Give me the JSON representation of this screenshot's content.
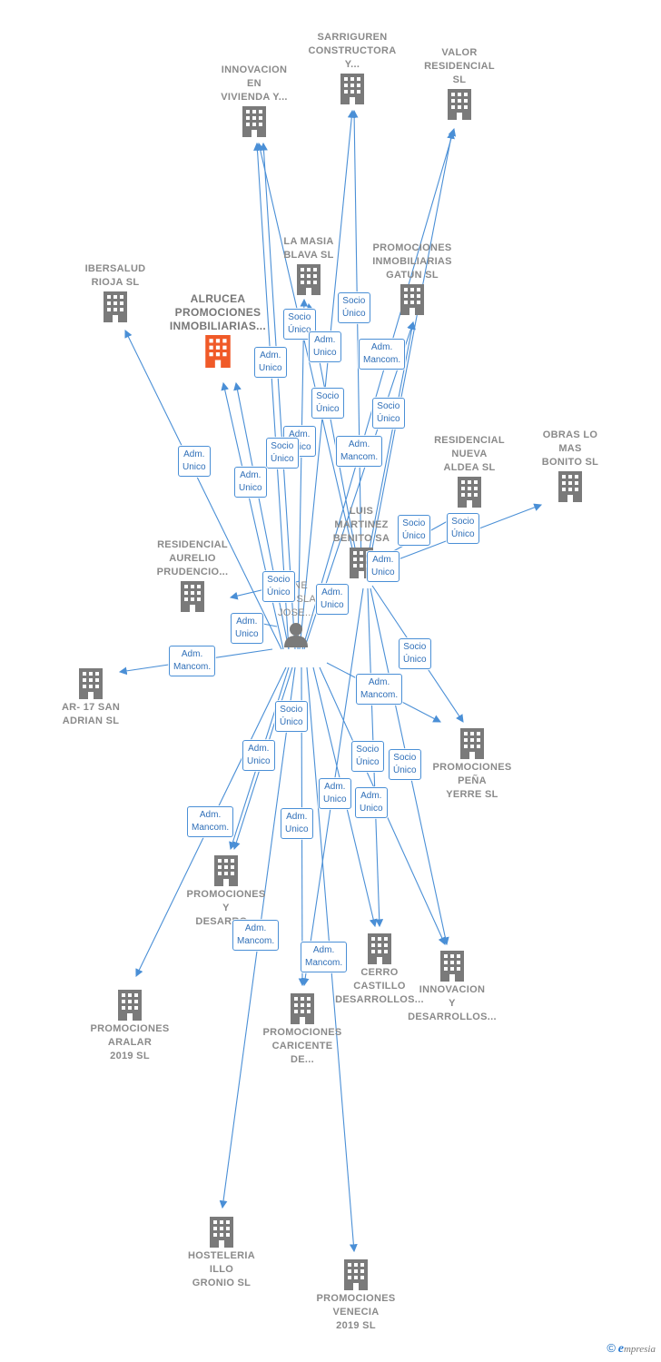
{
  "colors": {
    "edge": "#4a8fd6",
    "building": "#7a7a7a",
    "highlight": "#f05a28",
    "text": "#8a8a8a"
  },
  "nodes": [
    {
      "id": "sarriguren",
      "label": "SARRIGUREN\nCONSTRUCTORA\nY..."
    },
    {
      "id": "innov_vivienda",
      "label": "INNOVACION\nEN\nVIVIENDA Y..."
    },
    {
      "id": "valor",
      "label": "VALOR\nRESIDENCIAL\nSL"
    },
    {
      "id": "lamasia",
      "label": "LA MASIA\nBLAVA SL"
    },
    {
      "id": "gatun",
      "label": "PROMOCIONES\nINMOBILIARIAS\nGATUN SL"
    },
    {
      "id": "ibersalud",
      "label": "IBERSALUD\nRIOJA SL"
    },
    {
      "id": "alrucea",
      "label": "ALRUCEA\nPROMOCIONES\nINMOBILIARIAS..."
    },
    {
      "id": "nueva_aldea",
      "label": "RESIDENCIAL\nNUEVA\nALDEA SL"
    },
    {
      "id": "obras",
      "label": "OBRAS LO\nMAS\nBONITO SL"
    },
    {
      "id": "luis",
      "label": "LUIS\nMARTINEZ\nBENITO SA"
    },
    {
      "id": "aurelio",
      "label": "RESIDENCIAL\nAURELIO\nPRUDENCIO..."
    },
    {
      "id": "ar17",
      "label": "AR- 17 SAN\nADRIAN SL"
    },
    {
      "id": "pena",
      "label": "PROMOCIONES\nPEÑA\nYERRE SL"
    },
    {
      "id": "prom_desarro",
      "label": "PROMOCIONES\nY\nDESARRO..."
    },
    {
      "id": "cerro",
      "label": "CERRO\nCASTILLO\nDESARROLLOS..."
    },
    {
      "id": "innov_desarro",
      "label": "INNOVACION\nY\nDESARROLLOS..."
    },
    {
      "id": "aralar",
      "label": "PROMOCIONES\nARALAR\n2019 SL"
    },
    {
      "id": "caricente",
      "label": "PROMOCIONES\nCARICENTE\nDE..."
    },
    {
      "id": "hosteleria",
      "label": "HOSTELERIA\nILLO\nGRONIO SL"
    },
    {
      "id": "venecia",
      "label": "PROMOCIONES\nVENECIA\n2019 SL"
    }
  ],
  "person": {
    "label": "...ne\nVillosla...\nJose..."
  },
  "badges": [
    {
      "text": "Socio\nÚnico"
    },
    {
      "text": "Socio\nÚnico"
    },
    {
      "text": "Adm.\nUnico"
    },
    {
      "text": "Adm.\nUnico"
    },
    {
      "text": "Adm.\nMancom."
    },
    {
      "text": "Socio\nÚnico"
    },
    {
      "text": "Socio\nÚnico"
    },
    {
      "text": "Adm.\nUnico"
    },
    {
      "text": "Adm.\nMancom."
    },
    {
      "text": "Adm.\nUnico"
    },
    {
      "text": "Socio\nÚnico"
    },
    {
      "text": "Adm.\nUnico"
    },
    {
      "text": "Socio\nÚnico"
    },
    {
      "text": "Socio\nÚnico"
    },
    {
      "text": "Adm.\nUnico"
    },
    {
      "text": "Socio\nÚnico"
    },
    {
      "text": "Adm.\nUnico"
    },
    {
      "text": "Adm.\nUnico"
    },
    {
      "text": "Adm.\nMancom."
    },
    {
      "text": "Socio\nÚnico"
    },
    {
      "text": "Adm.\nMancom."
    },
    {
      "text": "Socio\nÚnico"
    },
    {
      "text": "Adm.\nUnico"
    },
    {
      "text": "Socio\nÚnico"
    },
    {
      "text": "Socio\nÚnico"
    },
    {
      "text": "Adm.\nMancom."
    },
    {
      "text": "Adm.\nUnico"
    },
    {
      "text": "Adm.\nUnico"
    },
    {
      "text": "Adm.\nUnico"
    },
    {
      "text": "Adm.\nMancom."
    },
    {
      "text": "Adm.\nMancom."
    }
  ],
  "footer": {
    "copyright": "©",
    "brand": "mpresia",
    "brand_initial": "e"
  }
}
